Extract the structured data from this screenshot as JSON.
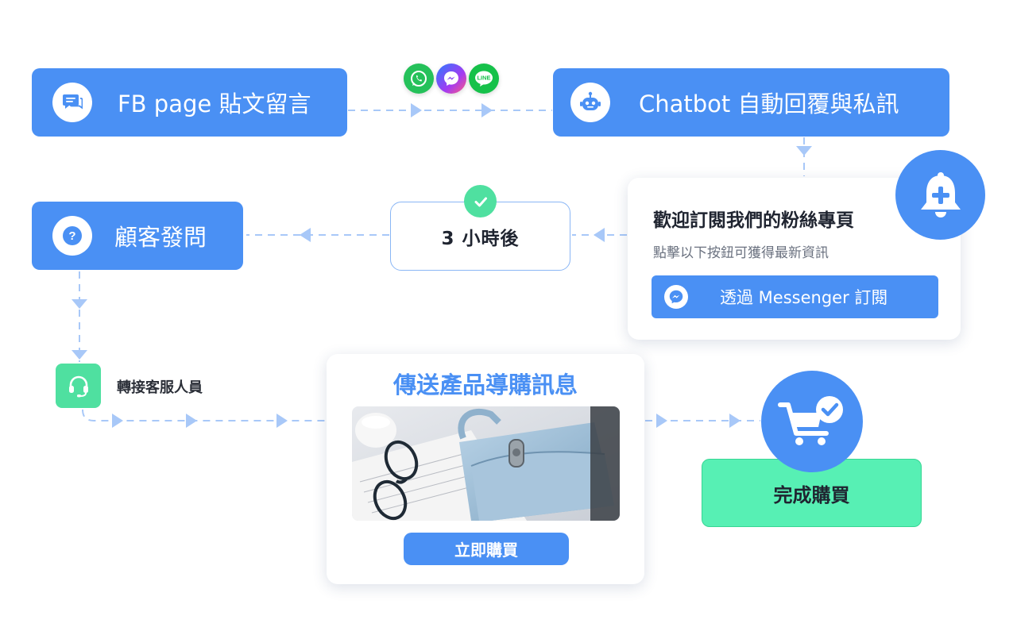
{
  "flow": {
    "fb_post": {
      "label": "FB page 貼文留言",
      "icon": "chat-bubble-icon"
    },
    "social_icons": [
      "whatsapp-icon",
      "messenger-icon",
      "line-icon"
    ],
    "social_line_text": "LINE",
    "chatbot": {
      "label": "Chatbot 自動回覆與私訊",
      "icon": "robot-icon"
    },
    "subscribe_card": {
      "title": "歡迎訂閱我們的粉絲專頁",
      "subtitle": "點擊以下按鈕可獲得最新資訊",
      "button_label": "透過 Messenger 訂閱",
      "bell_icon": "bell-plus-icon"
    },
    "timer": {
      "label": "3 小時後",
      "icon": "check-icon"
    },
    "question": {
      "label": "顧客發問",
      "icon": "question-icon"
    },
    "agent": {
      "label": "轉接客服人員",
      "icon": "headset-icon"
    },
    "product_card": {
      "title": "傳送產品導購訊息",
      "button_label": "立即購買",
      "image": "handbag-and-glasses-photo"
    },
    "purchase": {
      "label": "完成購買",
      "icon": "cart-check-icon"
    }
  },
  "colors": {
    "primary_blue": "#4a90f4",
    "mint_green": "#57f0b4",
    "dashed_line": "#a8c8f8",
    "whatsapp": "#25c15a",
    "line": "#16c14a"
  }
}
